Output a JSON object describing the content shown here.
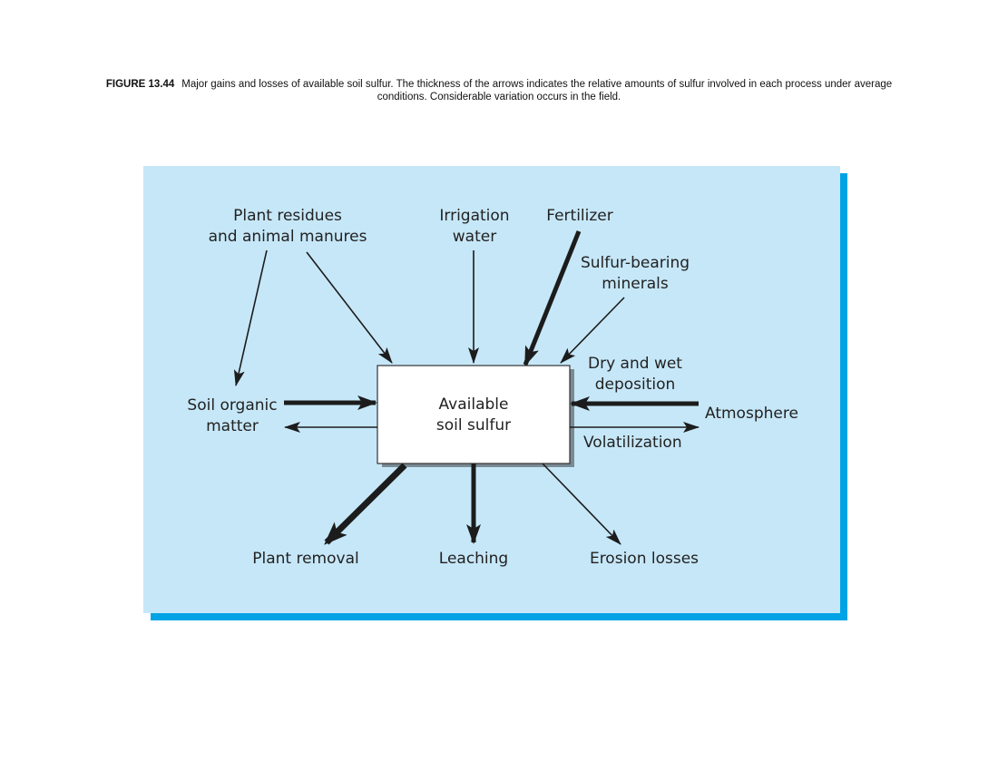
{
  "caption": {
    "label": "FIGURE 13.44",
    "text": "Major gains and losses of available soil sulfur. The thickness of the arrows indicates the relative amounts of sulfur involved in each process under average conditions. Considerable variation occurs in the field."
  },
  "diagram": {
    "center_box": "Available\nsoil sulfur",
    "labels": {
      "plant_residues": "Plant residues\nand animal manures",
      "irrigation_water": "Irrigation\nwater",
      "fertilizer": "Fertilizer",
      "sulfur_bearing_minerals": "Sulfur-bearing\nminerals",
      "dry_wet_deposition": "Dry and wet\ndeposition",
      "atmosphere": "Atmosphere",
      "volatilization": "Volatilization",
      "soil_organic_matter": "Soil organic\nmatter",
      "plant_removal": "Plant removal",
      "leaching": "Leaching",
      "erosion_losses": "Erosion losses"
    },
    "colors": {
      "panel_background": "#c6e7f8",
      "panel_shadow": "#00a3e6",
      "arrow": "#1c1c1c",
      "box_fill": "#ffffff"
    }
  }
}
